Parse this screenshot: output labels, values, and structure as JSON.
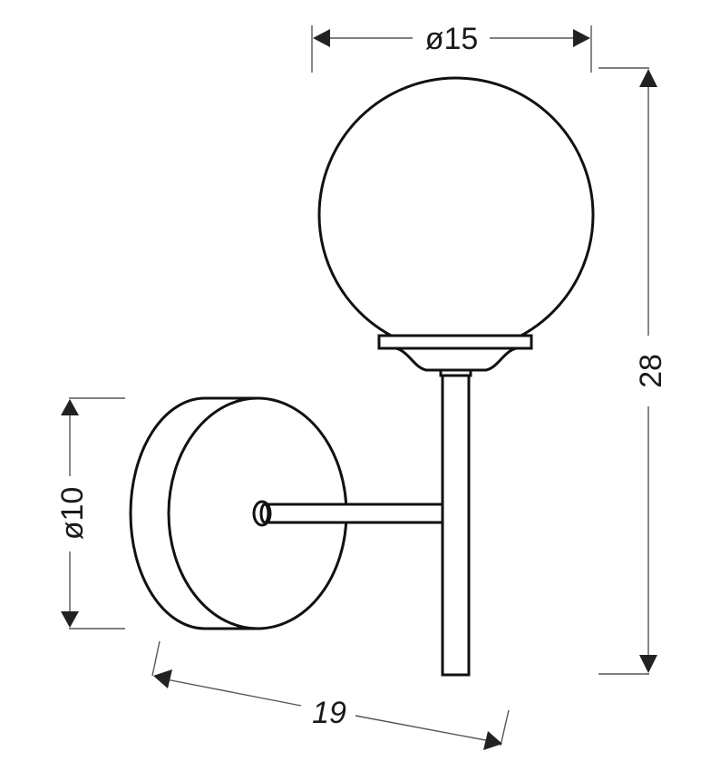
{
  "diagram": {
    "subject": "wall lamp with globe shade",
    "units": "cm",
    "dimensions": {
      "globe_diameter": "ø15",
      "total_height": "28",
      "wall_plate_diameter": "ø10",
      "projection_depth": "19"
    },
    "colors": {
      "outline": "#111111",
      "dimension_line": "#555555",
      "arrow": "#222222",
      "background": "#ffffff"
    }
  }
}
